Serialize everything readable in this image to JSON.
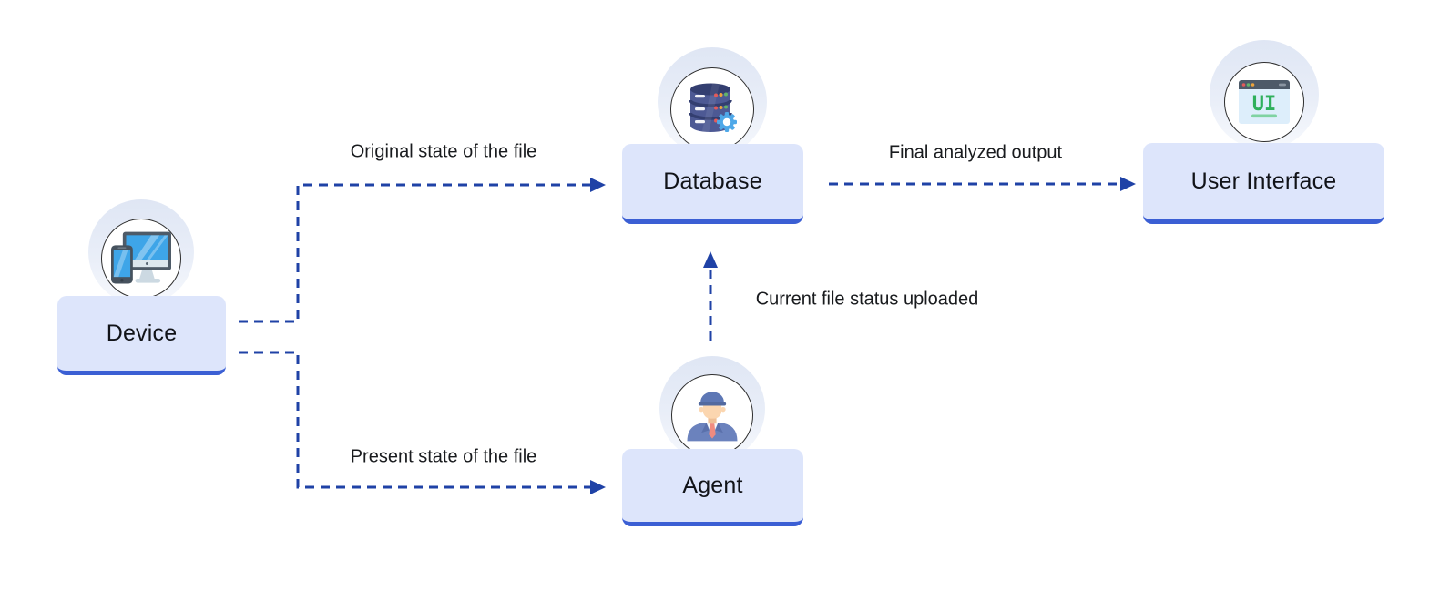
{
  "diagram": {
    "nodes": [
      {
        "id": "device",
        "label": "Device",
        "icon": "devices-icon"
      },
      {
        "id": "database",
        "label": "Database",
        "icon": "database-gear-icon"
      },
      {
        "id": "agent",
        "label": "Agent",
        "icon": "agent-person-icon"
      },
      {
        "id": "user-interface",
        "label": "User Interface",
        "icon": "browser-ui-icon"
      }
    ],
    "edges": [
      {
        "from": "device",
        "to": "database",
        "label": "Original state of the file",
        "style": "dashed-arrow"
      },
      {
        "from": "device",
        "to": "agent",
        "label": "Present state of the file",
        "style": "dashed-arrow"
      },
      {
        "from": "agent",
        "to": "database",
        "label": "Current file status uploaded",
        "style": "dashed-arrow"
      },
      {
        "from": "database",
        "to": "user-interface",
        "label": "Final analyzed output",
        "style": "dashed-arrow"
      }
    ],
    "icons": {
      "user_interface_glyph": "UI"
    },
    "colors": {
      "background": "#ffffff",
      "node_fill": "#dde5fb",
      "node_bottom_border": "#3b5fd4",
      "arrow_blue": "#1f42a6",
      "node_text": "#111318",
      "edge_label_text": "#191b1e",
      "halo": "#e2e8f5",
      "ui_icon_green": "#2fb05c",
      "screen_blue": "#3ea5e8",
      "db_indigo": "#4d5994"
    }
  }
}
